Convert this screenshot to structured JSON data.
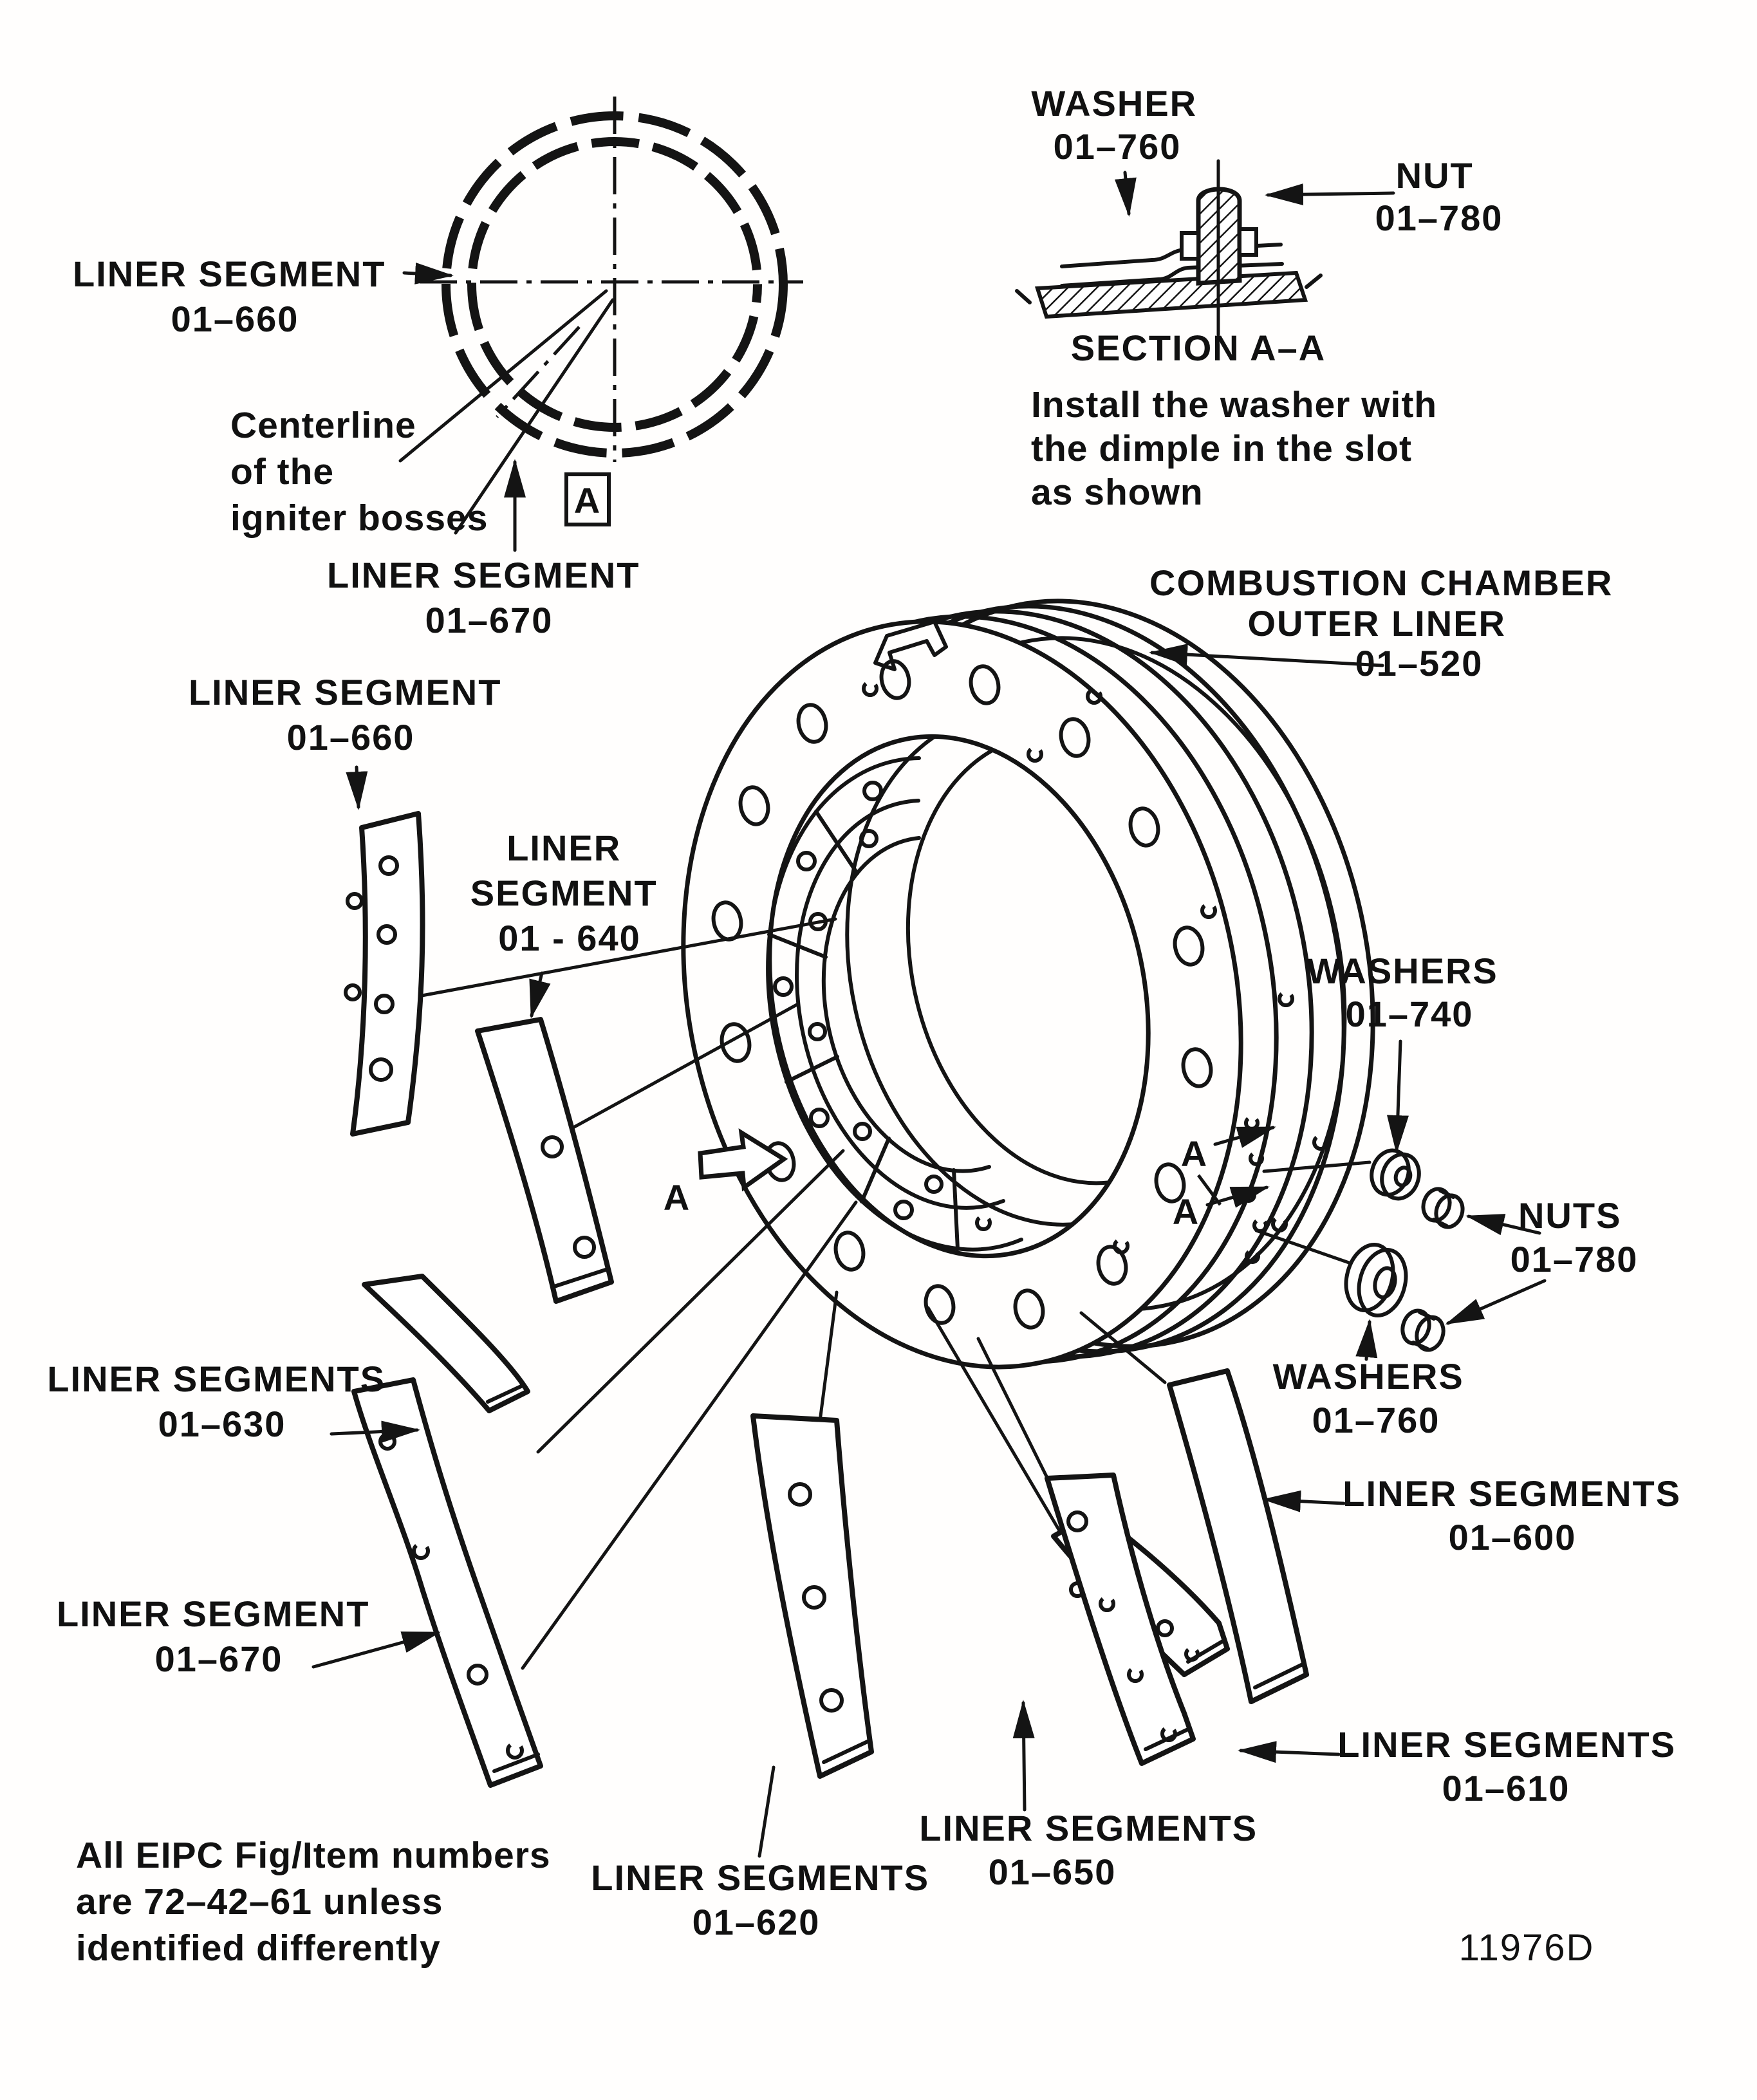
{
  "figure": {
    "id_number": "11976D",
    "footnote_lines": [
      "All EIPC Fig/Item numbers",
      "are 72–42–61 unless",
      "identified differently"
    ]
  },
  "end_view": {
    "liner_segment_660": [
      "LINER SEGMENT",
      "01–660"
    ],
    "centerline_note": [
      "Centerline",
      "of the",
      "igniter bosses"
    ],
    "view_letter": "A",
    "liner_segment_670": [
      "LINER SEGMENT",
      "01–670"
    ]
  },
  "section_view": {
    "washer_label": [
      "WASHER",
      "01–760"
    ],
    "nut_label": [
      "NUT",
      "01–780"
    ],
    "title": "SECTION A–A",
    "note_lines": [
      "Install the washer with",
      "the dimple in the slot",
      "as shown"
    ]
  },
  "assembly": {
    "outer_liner_label": [
      "COMBUSTION CHAMBER",
      "OUTER LINER",
      "01–520"
    ],
    "view_arrow_letter": "A",
    "section_cut_upper": "A",
    "section_cut_lower": "A"
  },
  "parts": {
    "segment_660": [
      "LINER SEGMENT",
      "01–660"
    ],
    "segment_640": [
      "LINER",
      "SEGMENT",
      "01 - 640"
    ],
    "segments_630": [
      "LINER SEGMENTS",
      "01–630"
    ],
    "segment_670": [
      "LINER SEGMENT",
      "01–670"
    ],
    "segments_620": [
      "LINER SEGMENTS",
      "01–620"
    ],
    "segments_650": [
      "LINER SEGMENTS",
      "01–650"
    ],
    "segments_610": [
      "LINER SEGMENTS",
      "01–610"
    ],
    "segments_600": [
      "LINER SEGMENTS",
      "01–600"
    ],
    "washers_740": [
      "WASHERS",
      "01–740"
    ],
    "nuts_780": [
      "NUTS",
      "01–780"
    ],
    "washers_760": [
      "WASHERS",
      "01–760"
    ]
  }
}
